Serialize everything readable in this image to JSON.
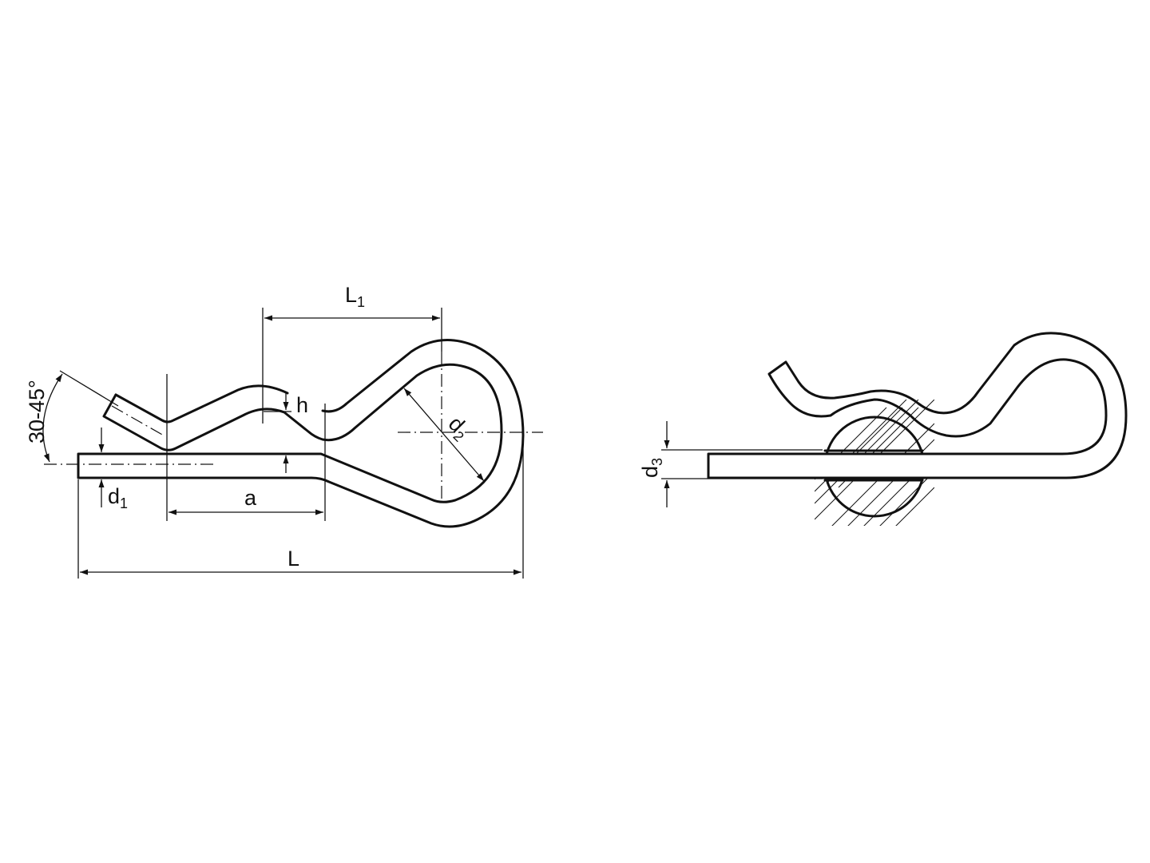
{
  "title": "R-clip (spring cotter pin) dimension drawing",
  "labels": {
    "L1": "L",
    "L1_sub": "1",
    "L": "L",
    "a": "a",
    "h": "h",
    "d1": "d",
    "d1_sub": "1",
    "d2": "d",
    "d2_sub": "2",
    "d3": "d",
    "d3_sub": "3",
    "angle": "30-45°"
  },
  "colors": {
    "line": "#111111",
    "background": "#ffffff"
  }
}
